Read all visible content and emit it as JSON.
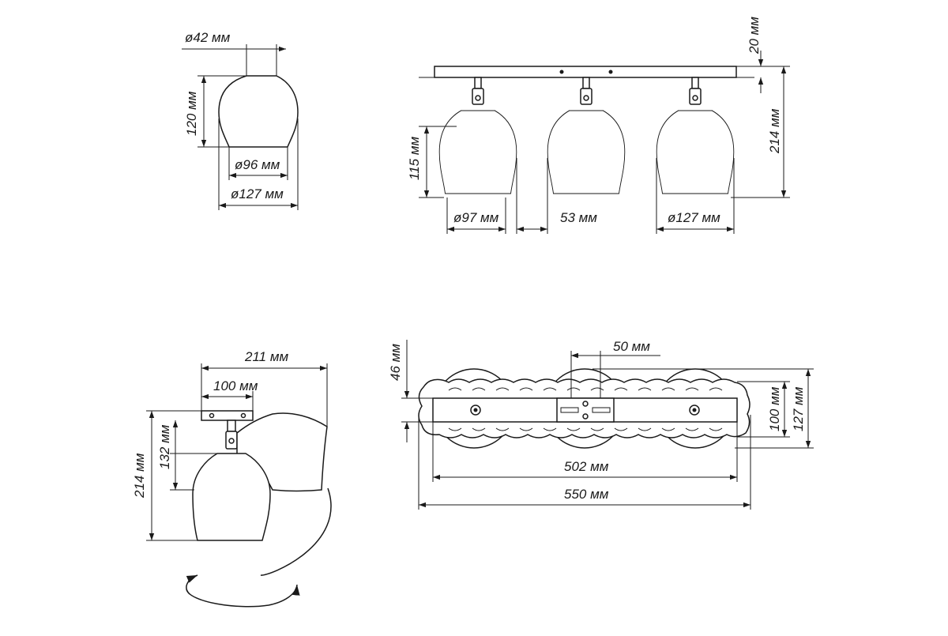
{
  "dimensions": {
    "shade_top_diameter": "ø42 мм",
    "shade_height": "120 мм",
    "shade_bottom_inner_diameter": "ø96 мм",
    "shade_outer_diameter": "ø127 мм",
    "plate_thickness": "20 мм",
    "total_height": "214 мм",
    "shade_body_height": "115 мм",
    "shade_opening_diameter": "ø97 мм",
    "shade_gap": "53 мм",
    "shade_max_diameter": "ø127 мм",
    "side_total_width": "211 мм",
    "side_plate_width": "100 мм",
    "side_total_height": "214 мм",
    "side_lamp_height": "132 мм",
    "top_bracket_width": "50 мм",
    "top_plate_offset": "46 мм",
    "top_plate_width": "100 мм",
    "top_shade_width": "127 мм",
    "top_plate_length": "502 мм",
    "top_total_length": "550 мм"
  }
}
